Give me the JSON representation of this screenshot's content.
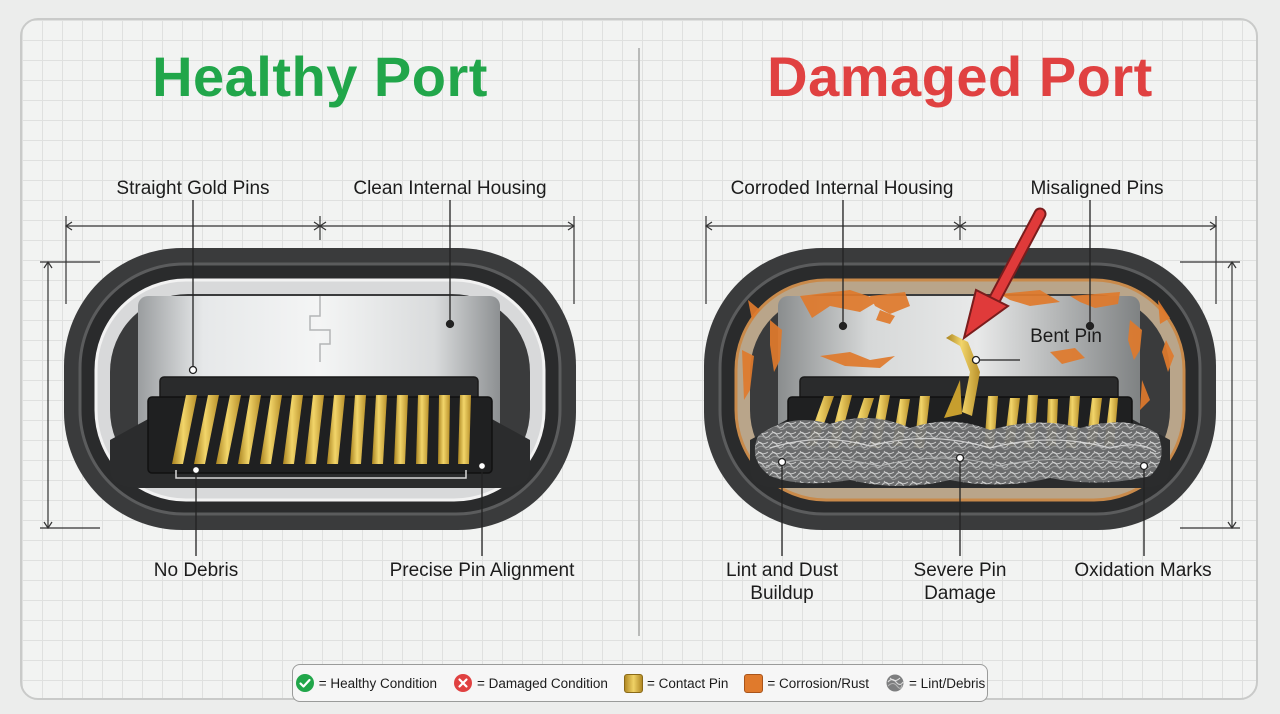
{
  "titles": {
    "healthy": "Healthy Port",
    "damaged": "Damaged Port"
  },
  "healthy_labels": {
    "straight_pins": "Straight Gold Pins",
    "clean_housing": "Clean Internal Housing",
    "no_debris": "No Debris",
    "pin_alignment": "Precise Pin Alignment"
  },
  "damaged_labels": {
    "corroded_housing": "Corroded Internal Housing",
    "misaligned_pins": "Misaligned Pins",
    "bent_pin": "Bent Pin",
    "lint_dust_line1": "Lint and Dust",
    "lint_dust_line2": "Buildup",
    "severe_damage_line1": "Severe Pin",
    "severe_damage_line2": "Damage",
    "oxidation": "Oxidation Marks"
  },
  "legend": [
    {
      "icon": "check-circle-icon",
      "text": "= Healthy Condition",
      "color": "#21a64a"
    },
    {
      "icon": "x-circle-icon",
      "text": "= Damaged Condition",
      "color": "#e04141"
    },
    {
      "icon": "contact-pin-swatch",
      "text": "= Contact Pin",
      "color": "#e3b93a"
    },
    {
      "icon": "corrosion-swatch",
      "text": "= Corrosion/Rust",
      "color": "#e07a2c"
    },
    {
      "icon": "lint-swatch",
      "text": "= Lint/Debris",
      "color": "#8a8a8a"
    }
  ],
  "colors": {
    "healthy": "#21a64a",
    "damaged": "#e04141",
    "gold": "#e3b93a",
    "rust": "#e07a2c",
    "lint": "#8a8a8a"
  }
}
